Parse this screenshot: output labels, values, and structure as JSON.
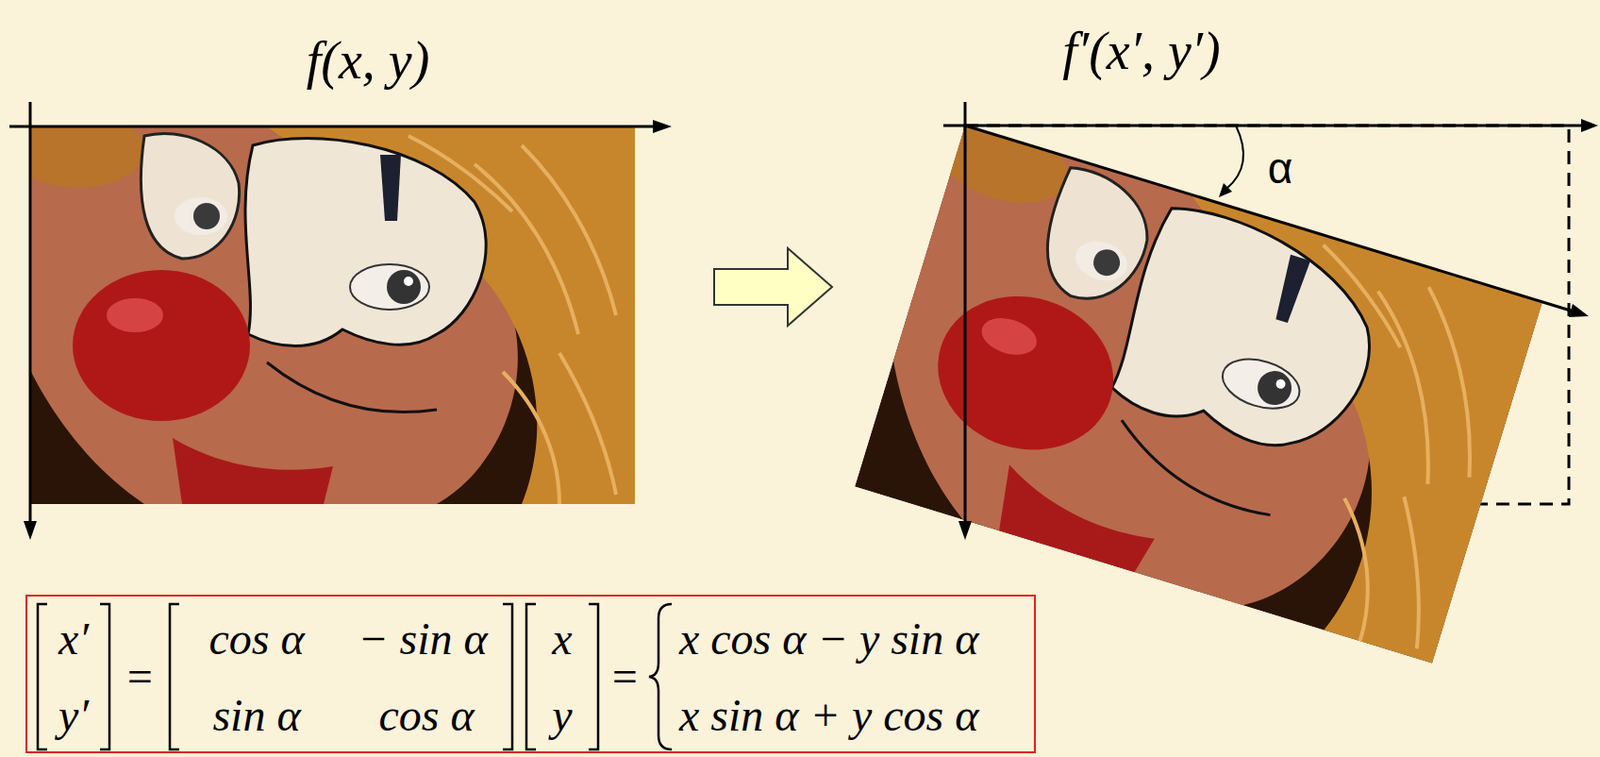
{
  "diagram": {
    "nodes": [
      {
        "text": [
          "x′",
          "y′",
          "=",
          "cos α",
          "− sin α",
          "sin α",
          "cos α",
          "x",
          "y",
          "=",
          "x cos α − y sin α",
          "x sin α + y cos α"
        ]
      }
    ],
    "labels": [
      "f(x, y)",
      "f′(x′, y′)",
      "α"
    ]
  }
}
